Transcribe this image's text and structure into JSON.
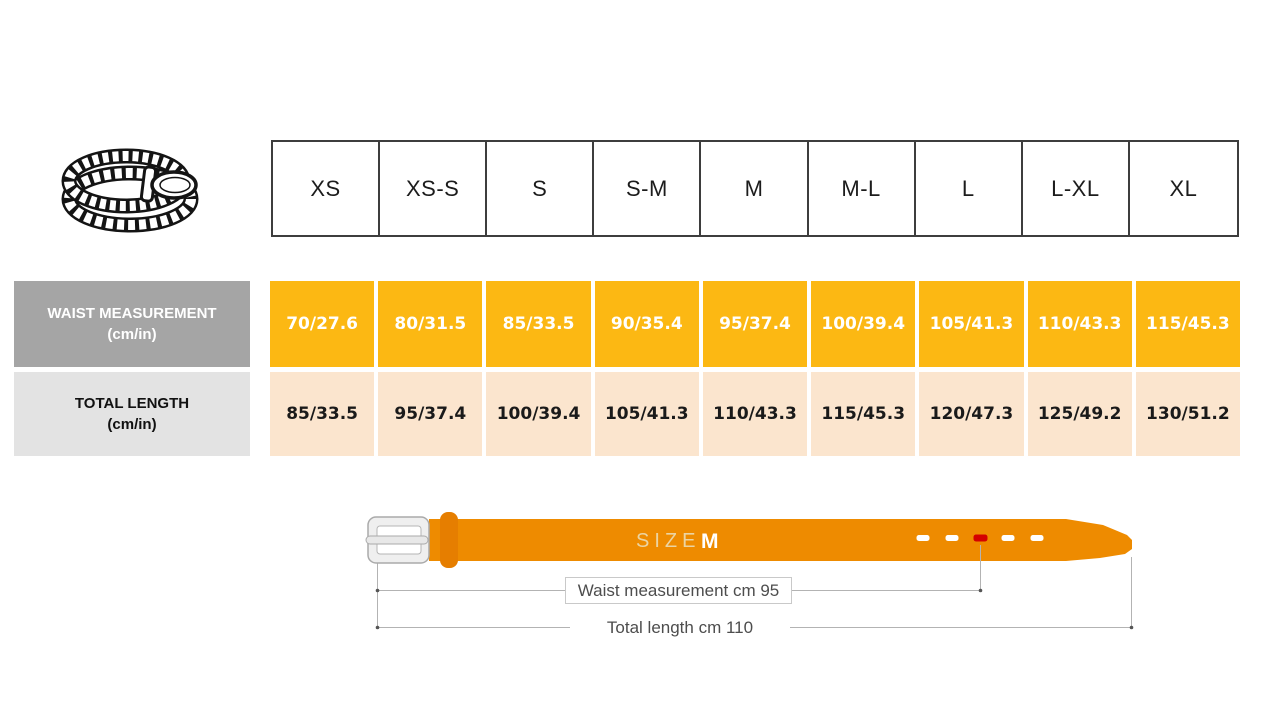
{
  "size_chart": {
    "column_headers": [
      "XS",
      "XS-S",
      "S",
      "S-M",
      "M",
      "M-L",
      "L",
      "L-XL",
      "XL"
    ],
    "rows": [
      {
        "label": "WAIST MEASUREMENT",
        "unit": "(cm/in)",
        "values": [
          "70/27.6",
          "80/31.5",
          "85/33.5",
          "90/35.4",
          "95/37.4",
          "100/39.4",
          "105/41.3",
          "110/43.3",
          "115/45.3"
        ]
      },
      {
        "label": "TOTAL LENGTH",
        "unit": "(cm/in)",
        "values": [
          "85/33.5",
          "95/37.4",
          "100/39.4",
          "105/41.3",
          "110/43.3",
          "115/45.3",
          "120/47.3",
          "125/49.2",
          "130/51.2"
        ]
      }
    ]
  },
  "belt_diagram": {
    "size_word": "SIZE",
    "size_value": "M",
    "waist_caption": "Waist measurement cm 95",
    "length_caption": "Total length cm 110",
    "holes_count": 5,
    "marked_hole_index": 3
  },
  "icons": {
    "belt_photo": "braided-belt-icon",
    "buckle": "belt-buckle-icon",
    "keeper": "belt-keeper-loop",
    "marked_hole": "red-center-hole-icon"
  },
  "colors": {
    "waist_row_bg": "#FCB813",
    "length_row_bg": "#FBE5CE",
    "waist_label_bg": "#A5A5A5",
    "length_label_bg": "#E3E3E3",
    "belt_orange": "#EE8B00",
    "keeper_orange": "#E67E00",
    "hole_red": "#D40000",
    "size_word_color": "#EBD4A2",
    "caption_text": "#4D4D4D"
  }
}
